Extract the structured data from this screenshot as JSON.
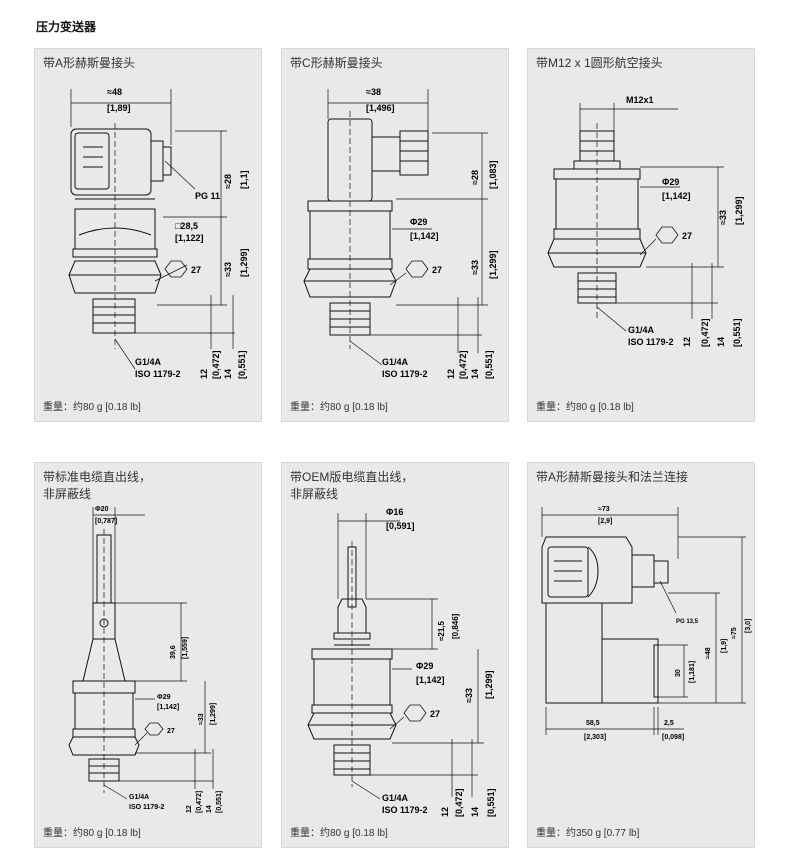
{
  "page": {
    "title": "压力变送器"
  },
  "panels": [
    {
      "title": "带A形赫斯曼接头",
      "weight": "重量：约80 g [0.18 lb]",
      "dims": {
        "width_mm": "≈48",
        "width_in": "[1,89]",
        "pg": "PG 11",
        "h_28": "≈28",
        "h_28_in": "[1,1]",
        "sq": "□28,5",
        "sq_in": "[1,122]",
        "h_33": "≈33",
        "h_33_in": "[1,299]",
        "hex": "27",
        "thread": "G1/4A",
        "std": "ISO 1179-2",
        "h12": "12",
        "h12_in": "[0,472]",
        "h14": "14",
        "h14_in": "[0,551]"
      }
    },
    {
      "title": "带C形赫斯曼接头",
      "weight": "重量：约80 g [0.18 lb]",
      "dims": {
        "width_mm": "≈38",
        "width_in": "[1,496]",
        "h_28": "≈28",
        "h_28_in": "[1,083]",
        "dia": "Φ29",
        "dia_in": "[1,142]",
        "h_33": "≈33",
        "h_33_in": "[1,299]",
        "hex": "27",
        "thread": "G1/4A",
        "std": "ISO 1179-2",
        "h12": "12",
        "h12_in": "[0,472]",
        "h14": "14",
        "h14_in": "[0,551]"
      }
    },
    {
      "title": "带M12 x 1圆形航空接头",
      "weight": "重量：约80 g [0.18 lb]",
      "dims": {
        "conn": "M12x1",
        "dia": "Φ29",
        "dia_in": "[1,142]",
        "h_33": "≈33",
        "h_33_in": "[1,299]",
        "hex": "27",
        "thread": "G1/4A",
        "std": "ISO 1179-2",
        "h12": "12",
        "h12_in": "[0,472]",
        "h14": "14",
        "h14_in": "[0,551]"
      }
    },
    {
      "title": "带标准电缆直出线，\n非屏蔽线",
      "weight": "重量：约80 g [0.18 lb]",
      "dims": {
        "dia_top": "Φ20",
        "dia_top_in": "[0,787]",
        "h_39": "39,6",
        "h_39_in": "[1,559]",
        "dia": "Φ29",
        "dia_in": "[1,142]",
        "h_33": "≈33",
        "h_33_in": "[1,299]",
        "hex": "27",
        "thread": "G1/4A",
        "std": "ISO 1179-2",
        "h12": "12",
        "h12_in": "[0,472]",
        "h14": "14",
        "h14_in": "[0,551]"
      }
    },
    {
      "title": "带OEM版电缆直出线，\n非屏蔽线",
      "weight": "重量：约80 g [0.18 lb]",
      "dims": {
        "dia_top": "Φ16",
        "dia_top_in": "[0,591]",
        "h_21": "≈21,5",
        "h_21_in": "[0,846]",
        "dia": "Φ29",
        "dia_in": "[1,142]",
        "h_33": "≈33",
        "h_33_in": "[1,299]",
        "hex": "27",
        "thread": "G1/4A",
        "std": "ISO 1179-2",
        "h12": "12",
        "h12_in": "[0,472]",
        "h14": "14",
        "h14_in": "[0,551]"
      }
    },
    {
      "title": "带A形赫斯曼接头和法兰连接",
      "weight": "重量：约350 g [0.77 lb]",
      "dims": {
        "width_mm": "≈73",
        "width_in": "[2,9]",
        "pg": "PG 13,5",
        "h_total": "≈75",
        "h_total_in": "[3,0]",
        "h_48": "≈48",
        "h_48_in": "[1,9]",
        "h_30": "30",
        "h_30_in": "[1,181]",
        "w_58": "58,5",
        "w_58_in": "[2,303]",
        "w_25": "2,5",
        "w_25_in": "[0,098]"
      }
    }
  ]
}
